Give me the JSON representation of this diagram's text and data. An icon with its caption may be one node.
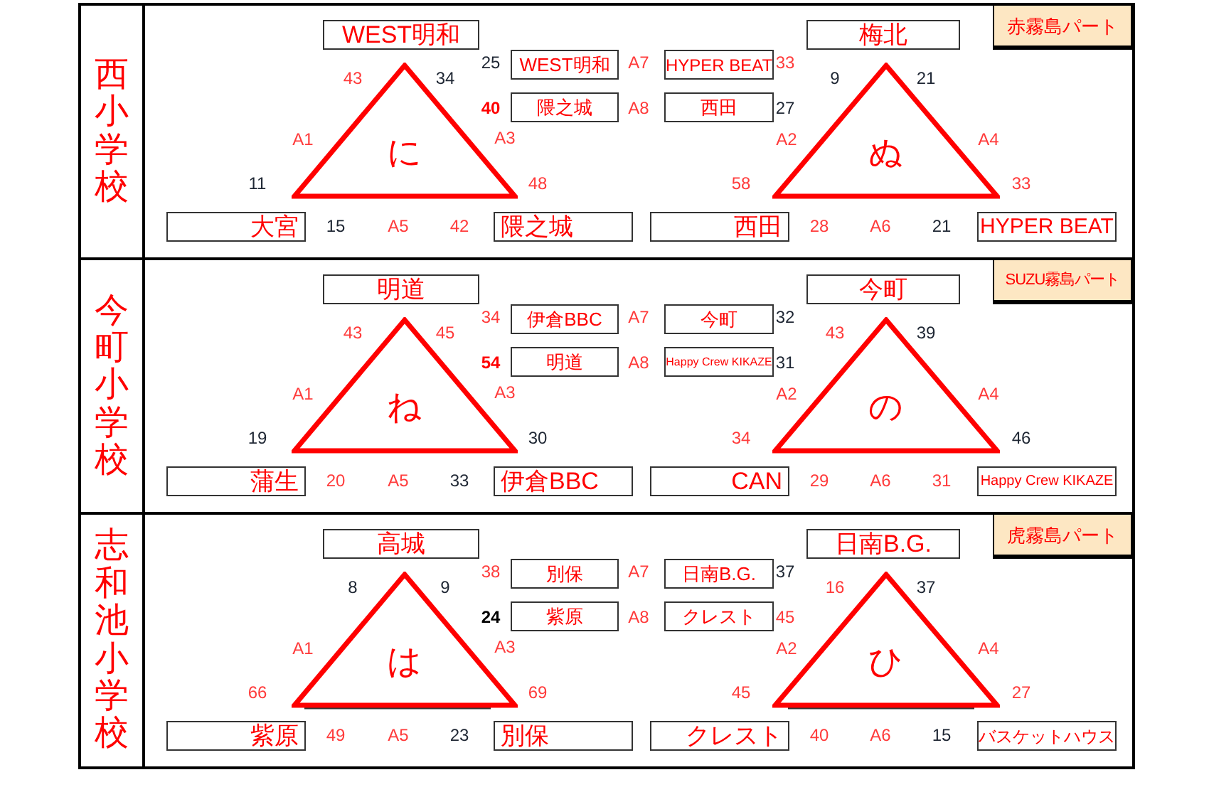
{
  "diagram": {
    "nodes": [
      {
        "text": [
          "西小学校"
        ]
      },
      {
        "text": [
          "WEST明和"
        ]
      },
      {
        "text": [
          "梅北"
        ]
      },
      {
        "text": [
          "赤霧島パート"
        ]
      },
      {
        "text": [
          "WEST明和"
        ]
      },
      {
        "text": [
          "HYPER BEAT"
        ]
      },
      {
        "text": [
          "隈之城"
        ]
      },
      {
        "text": [
          "西田"
        ]
      },
      {
        "text": [
          "に"
        ]
      },
      {
        "text": [
          "ぬ"
        ]
      },
      {
        "text": [
          "大宮"
        ]
      },
      {
        "text": [
          "隈之城"
        ]
      },
      {
        "text": [
          "西田"
        ]
      },
      {
        "text": [
          "HYPER BEAT"
        ]
      },
      {
        "text": [
          "今町小学校"
        ]
      },
      {
        "text": [
          "明道"
        ]
      },
      {
        "text": [
          "今町"
        ]
      },
      {
        "text": [
          "SUZU霧島パート"
        ]
      },
      {
        "text": [
          "伊倉BBC"
        ]
      },
      {
        "text": [
          "今町"
        ]
      },
      {
        "text": [
          "明道"
        ]
      },
      {
        "text": [
          "Happy Crew KIKAZE"
        ]
      },
      {
        "text": [
          "ね"
        ]
      },
      {
        "text": [
          "の"
        ]
      },
      {
        "text": [
          "蒲生"
        ]
      },
      {
        "text": [
          "伊倉BBC"
        ]
      },
      {
        "text": [
          "CAN"
        ]
      },
      {
        "text": [
          "Happy Crew KIKAZE"
        ]
      },
      {
        "text": [
          "志和池小学校"
        ]
      },
      {
        "text": [
          "高城"
        ]
      },
      {
        "text": [
          "日南B.G."
        ]
      },
      {
        "text": [
          "虎霧島パート"
        ]
      },
      {
        "text": [
          "別保"
        ]
      },
      {
        "text": [
          "日南B.G."
        ]
      },
      {
        "text": [
          "紫原"
        ]
      },
      {
        "text": [
          "クレスト"
        ]
      },
      {
        "text": [
          "は"
        ]
      },
      {
        "text": [
          "ひ"
        ]
      },
      {
        "text": [
          "紫原"
        ]
      },
      {
        "text": [
          "別保"
        ]
      },
      {
        "text": [
          "クレスト"
        ]
      },
      {
        "text": [
          "バスケットハウス"
        ]
      }
    ],
    "labels": [
      "43",
      "34",
      "25",
      "A7",
      "33",
      "9",
      "21",
      "40",
      "A8",
      "27",
      "A1",
      "A3",
      "A2",
      "A4",
      "11",
      "48",
      "58",
      "33",
      "15",
      "A5",
      "42",
      "28",
      "A6",
      "21",
      "43",
      "45",
      "34",
      "A7",
      "32",
      "43",
      "39",
      "54",
      "A8",
      "31",
      "A1",
      "A3",
      "A2",
      "A4",
      "19",
      "30",
      "34",
      "46",
      "20",
      "A5",
      "33",
      "29",
      "A6",
      "31",
      "8",
      "9",
      "38",
      "A7",
      "37",
      "16",
      "37",
      "24",
      "A8",
      "45",
      "A1",
      "A3",
      "A2",
      "A4",
      "66",
      "69",
      "45",
      "27",
      "49",
      "A5",
      "23",
      "40",
      "A6",
      "15"
    ]
  }
}
